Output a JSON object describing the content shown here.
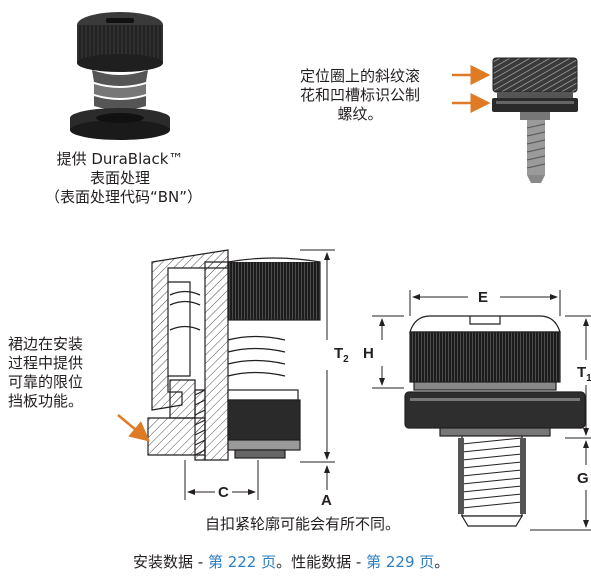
{
  "captions": {
    "duraBlack": [
      "提供 DuraBlack™",
      "表面处理",
      "（表面处理代码“BN”）"
    ],
    "knurl": [
      "定位圈上的斜纹滚",
      "花和凹槽标识公制",
      "螺纹。"
    ],
    "flange": [
      "裙边在安装",
      "过程中提供",
      "可靠的限位",
      "挡板功能。"
    ],
    "profile_note": "自扣紧轮廓可能会有所不同。"
  },
  "dimensions": {
    "T2_main": "T",
    "T2_sub": "2",
    "H": "H",
    "C": "C",
    "A": "A",
    "E": "E",
    "T1_main": "T",
    "T1_sub": "1",
    "G": "G"
  },
  "footer": {
    "install_text": "安装数据 - ",
    "install_link": "第 222 页",
    "sep": "。",
    "perf_text": "性能数据 - ",
    "perf_link": "第 229 页",
    "end": "。"
  },
  "colors": {
    "arrow": "#e07b25",
    "link": "#2e7fc2",
    "product": "#2b2b2b"
  }
}
